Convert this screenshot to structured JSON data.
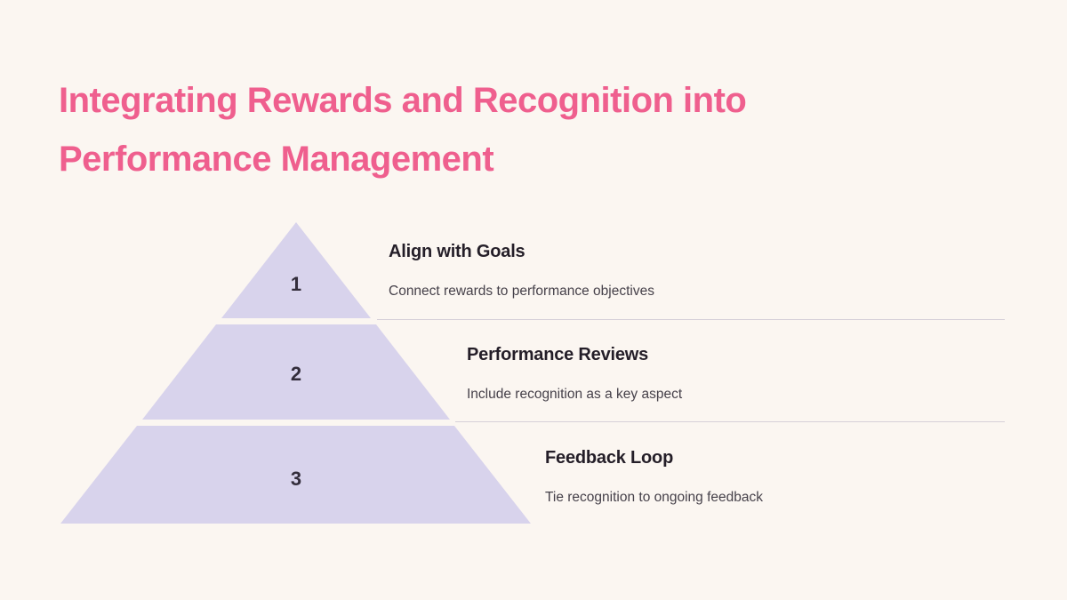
{
  "slide": {
    "background_color": "#FBF6F1",
    "separator_color": "#D6D0D8"
  },
  "title": {
    "text": "Integrating Rewards and Recognition into Performance Management",
    "lines": [
      "Integrating Rewards and Recognition into",
      "Performance Management"
    ],
    "color": "#EF5F8E"
  },
  "pyramid": {
    "fill_color": "#D8D3EC",
    "number_color": "#332D3B",
    "tiers": [
      {
        "number": "1",
        "heading": "Align with Goals",
        "description": "Connect rewards to performance objectives"
      },
      {
        "number": "2",
        "heading": "Performance Reviews",
        "description": "Include recognition as a key aspect"
      },
      {
        "number": "3",
        "heading": "Feedback Loop",
        "description": "Tie recognition to ongoing feedback"
      }
    ]
  }
}
